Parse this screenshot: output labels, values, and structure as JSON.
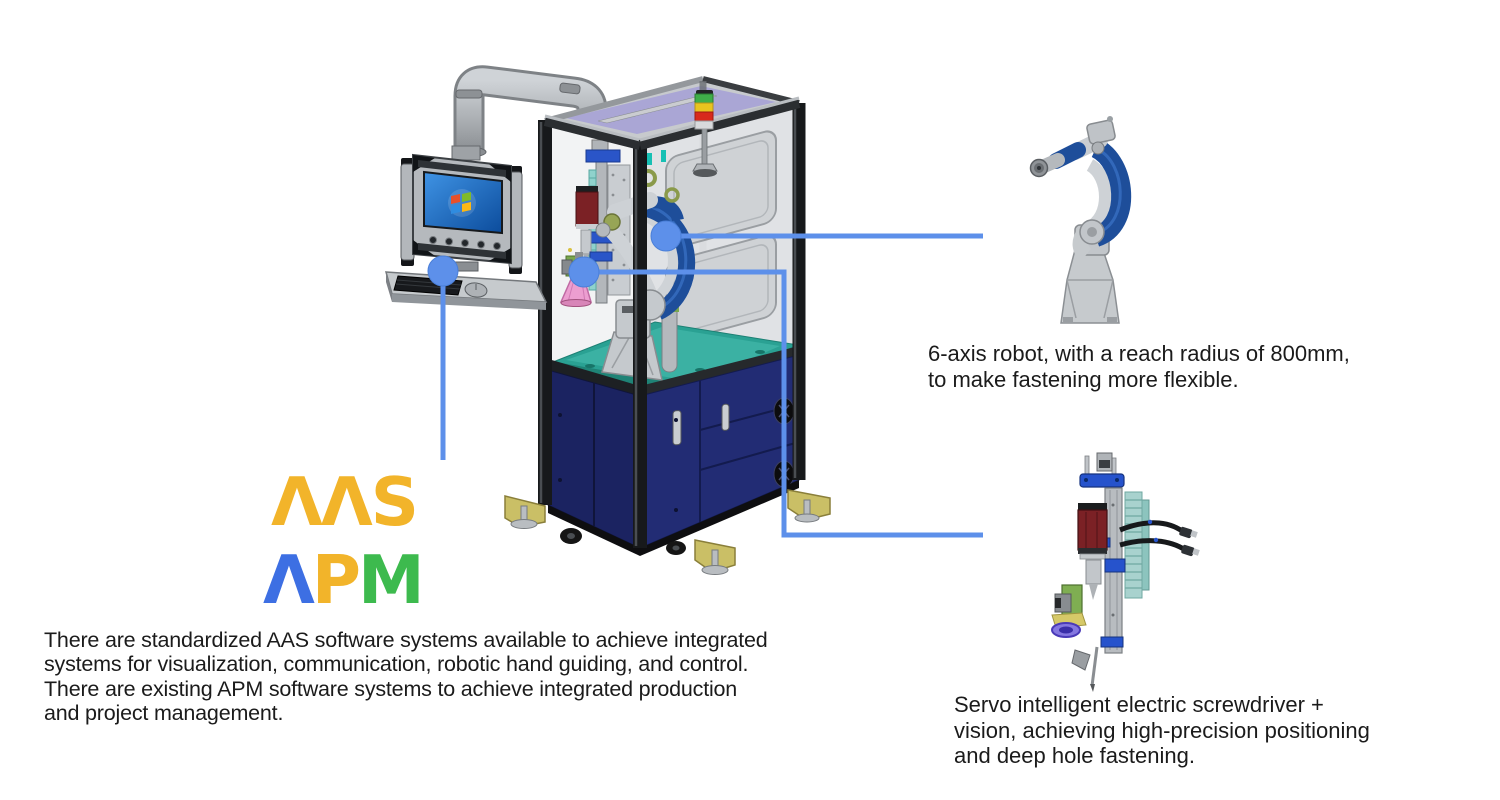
{
  "page": {
    "background": "#ffffff"
  },
  "captions": {
    "robot": {
      "lines": [
        "6-axis robot, with a reach radius of 800mm,",
        "to make fastening more flexible."
      ]
    },
    "screwdriver": {
      "lines": [
        "Servo intelligent electric screwdriver +",
        "vision, achieving high-precision positioning",
        "and deep hole fastening."
      ]
    },
    "software": {
      "lines": [
        "There are standardized AAS software systems available to achieve integrated",
        "systems for visualization, communication, robotic hand guiding, and control.",
        "There are existing APM software systems to achieve integrated production",
        "and project management."
      ]
    }
  },
  "logos": {
    "aas": {
      "label": "AAS",
      "display": "ΛΛS",
      "color": "#F2B42A"
    },
    "apm": {
      "label": "APM",
      "letters": [
        "Λ",
        "P",
        "M"
      ],
      "colors": [
        "#3D6FE3",
        "#F2B42A",
        "#3DBA4E"
      ]
    }
  },
  "icons": {
    "monitor_screen": "windows-logo",
    "stack_light": "green-yellow-red-stack-light"
  },
  "colors": {
    "callout": "#5D90EA",
    "stack_light_green": "#3FAE49",
    "stack_light_yellow": "#E8C41F",
    "stack_light_red": "#D8291C",
    "table_top": "#2AA193",
    "cabinet_navy": "#1B2361",
    "robot_blue": "#1E4E9A",
    "motor_dark_red": "#7B2125",
    "cone_pink": "#EC9ED0",
    "screen_blue": "#1E6FD0"
  }
}
